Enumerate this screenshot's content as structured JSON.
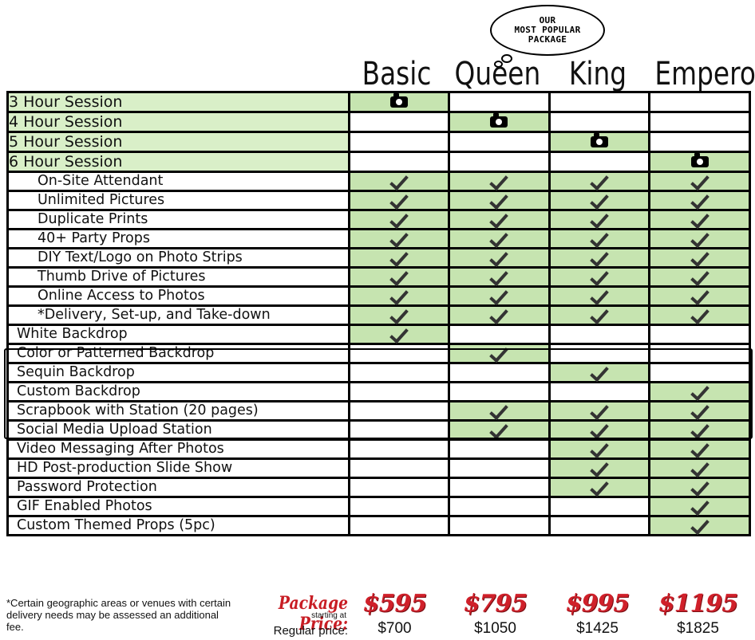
{
  "bubble": {
    "line1": "OUR",
    "line2": "MOST POPULAR",
    "line3": "PACKAGE"
  },
  "packages": [
    "Basic",
    "Queen",
    "King",
    "Emperor"
  ],
  "rows": [
    {
      "label": "3 Hour Session",
      "type": "session",
      "marks": [
        "cam",
        "",
        "",
        ""
      ]
    },
    {
      "label": "4 Hour Session",
      "type": "session",
      "marks": [
        "",
        "cam",
        "",
        ""
      ]
    },
    {
      "label": "5 Hour Session",
      "type": "session",
      "marks": [
        "",
        "",
        "cam",
        ""
      ]
    },
    {
      "label": "6 Hour Session",
      "type": "session",
      "marks": [
        "",
        "",
        "",
        "cam"
      ]
    },
    {
      "label": "On-Site Attendant",
      "type": "ind1",
      "marks": [
        "check",
        "check",
        "check",
        "check"
      ]
    },
    {
      "label": "Unlimited Pictures",
      "type": "ind1",
      "marks": [
        "check",
        "check",
        "check",
        "check"
      ]
    },
    {
      "label": "Duplicate Prints",
      "type": "ind1",
      "marks": [
        "check",
        "check",
        "check",
        "check"
      ]
    },
    {
      "label": "40+ Party Props",
      "type": "ind1",
      "marks": [
        "check",
        "check",
        "check",
        "check"
      ]
    },
    {
      "label": "DIY Text/Logo on Photo Strips",
      "type": "ind1",
      "marks": [
        "check",
        "check",
        "check",
        "check"
      ]
    },
    {
      "label": "Thumb Drive of Pictures",
      "type": "ind1",
      "marks": [
        "check",
        "check",
        "check",
        "check"
      ]
    },
    {
      "label": "Online Access to Photos",
      "type": "ind1",
      "marks": [
        "check",
        "check",
        "check",
        "check"
      ]
    },
    {
      "label": "*Delivery, Set-up, and Take-down",
      "type": "ind1",
      "marks": [
        "check",
        "check",
        "check",
        "check"
      ]
    },
    {
      "label": "White Backdrop",
      "type": "ind0",
      "marks": [
        "check",
        "",
        "",
        ""
      ]
    },
    {
      "label": "Color or Patterned Backdrop",
      "type": "ind0",
      "marks": [
        "",
        "check",
        "",
        ""
      ]
    },
    {
      "label": "Sequin Backdrop",
      "type": "ind0",
      "marks": [
        "",
        "",
        "check",
        ""
      ]
    },
    {
      "label": "Custom Backdrop",
      "type": "ind0",
      "marks": [
        "",
        "",
        "",
        "check"
      ]
    },
    {
      "label": "Scrapbook with Station (20 pages)",
      "type": "ind0",
      "marks": [
        "",
        "check",
        "check",
        "check"
      ]
    },
    {
      "label": "Social Media Upload Station",
      "type": "ind0",
      "marks": [
        "",
        "check",
        "check",
        "check"
      ]
    },
    {
      "label": "Video Messaging After Photos",
      "type": "ind0",
      "marks": [
        "",
        "",
        "check",
        "check"
      ]
    },
    {
      "label": "HD Post-production Slide Show",
      "type": "ind0",
      "marks": [
        "",
        "",
        "check",
        "check"
      ]
    },
    {
      "label": "Password Protection",
      "type": "ind0",
      "marks": [
        "",
        "",
        "check",
        "check"
      ]
    },
    {
      "label": "GIF Enabled Photos",
      "type": "ind0",
      "marks": [
        "",
        "",
        "",
        "check"
      ]
    },
    {
      "label": "Custom Themed Props (5pc)",
      "type": "ind0",
      "marks": [
        "",
        "",
        "",
        "check"
      ]
    }
  ],
  "footer": {
    "note": "*Certain geographic areas or venues with certain delivery needs may be assessed an additional fee.",
    "price_label": "Package Price:",
    "starting_label": "starting at",
    "regular_label": "Regular price:",
    "prices": [
      "$595",
      "$795",
      "$995",
      "$1195"
    ],
    "regular_prices": [
      "$700",
      "$1050",
      "$1425",
      "$1825"
    ]
  },
  "colors": {
    "highlight": "#c6e4b0",
    "session_label_bg": "#d9efc8",
    "price_red": "#d0202a"
  }
}
